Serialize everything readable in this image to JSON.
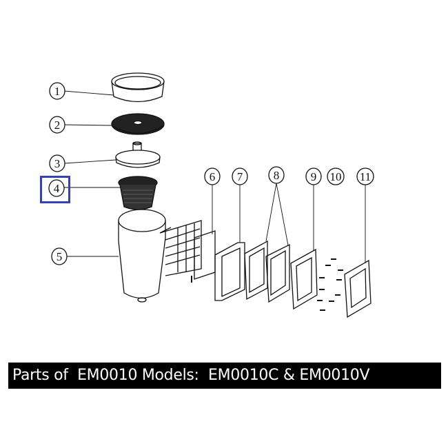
{
  "diagram": {
    "part_labels": [
      "1",
      "2",
      "3",
      "4",
      "5",
      "6",
      "7",
      "8",
      "9",
      "10",
      "11"
    ],
    "highlighted_part": "4",
    "highlight_color": "#3340b8"
  },
  "caption": {
    "text": "Parts of  EM0010 Models:  EM0010C & EM0010V"
  }
}
